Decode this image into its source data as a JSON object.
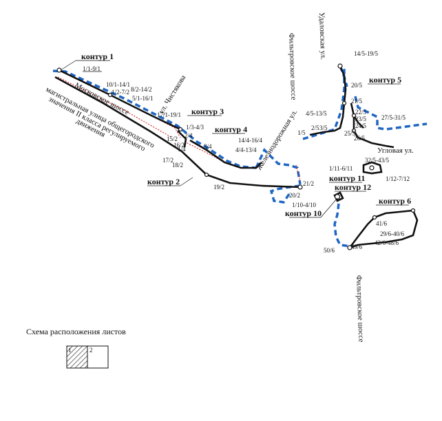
{
  "contours": {
    "c1": "контур 1",
    "c2": "контур 2",
    "c3": "контур 3",
    "c4": "контур 4",
    "c5": "контур 5",
    "c6": "контур 6",
    "c10": "контур 10",
    "c11": "контур 11",
    "c12": "контур 12"
  },
  "streets": {
    "moscow_highway": "Московское шоссе",
    "main_street_l1": "магистральная улица общегородского",
    "main_street_l2": "значения II класса регулируемого",
    "main_street_l3": "движения",
    "chistyakova": "ул. Чистякова",
    "zheleznodorozhnaya": "Железнодорожная  ул.",
    "filtrovskoe_top": "Фильтровское шоссе",
    "filtrovskoe_bottom": "Фильтровское шоссе",
    "udalovskaya": "Удаловская ул.",
    "uglovaya": "Угловая ул."
  },
  "labels": {
    "l1_1_9_1": "1/1-9/1",
    "l10_1_14_1": "10/1-14/1",
    "l1_2_7_2": "1/2-7/2",
    "l8_2_14_2": "8/2-14/2",
    "l5_1_16_1": "5/1-16/1",
    "l17_1_19_1": "17/1-19/1",
    "l1_3_4_3": "1/3-4/3",
    "l2_4": "2/4",
    "l15_2": "15/2",
    "l16_2": "16/2",
    "l1_4": "1/4",
    "l3_4": "3/4",
    "l17_2": "17/2",
    "l18_2": "18/2",
    "l14_4_16_4": "14/4-16/4",
    "l4_4_13_4": "4/4-13/4",
    "l19_2": "19/2",
    "l21_2": "21/2",
    "l20_2": "20/2",
    "l1_10_4_10": "1/10-4/10",
    "l14_5_19_5": "14/5-19/5",
    "l20_5": "20/5",
    "l21_5": "21/5",
    "l22_5": "22/5",
    "l23_5": "23/5",
    "l24_5": "24/5",
    "l25_5": "25/5",
    "l26_5": "26/5",
    "l27_5_31_5": "27/5-31/5",
    "l4_5_13_5": "4/5-13/5",
    "l1_5": "1/5",
    "l2_5": "2/5",
    "l3_5": "3/5",
    "l32_5_43_5": "32/5-43/5",
    "l1_11_6_11": "1/11-6/11",
    "l1_12_7_12": "1/12-7/12",
    "l41_6": "41/6",
    "l29_6_40_6": "29/6-40/6",
    "l42_6_48_6": "42/6-48/6",
    "l49_6": "49/6",
    "l50_6": "50/6"
  },
  "legend": {
    "title": "Схема расположения листов",
    "sheet1": "1",
    "sheet2": "2"
  },
  "colors": {
    "boundary": "#1f66c4",
    "contour_line": "#111111",
    "red_line": "#d42020"
  }
}
